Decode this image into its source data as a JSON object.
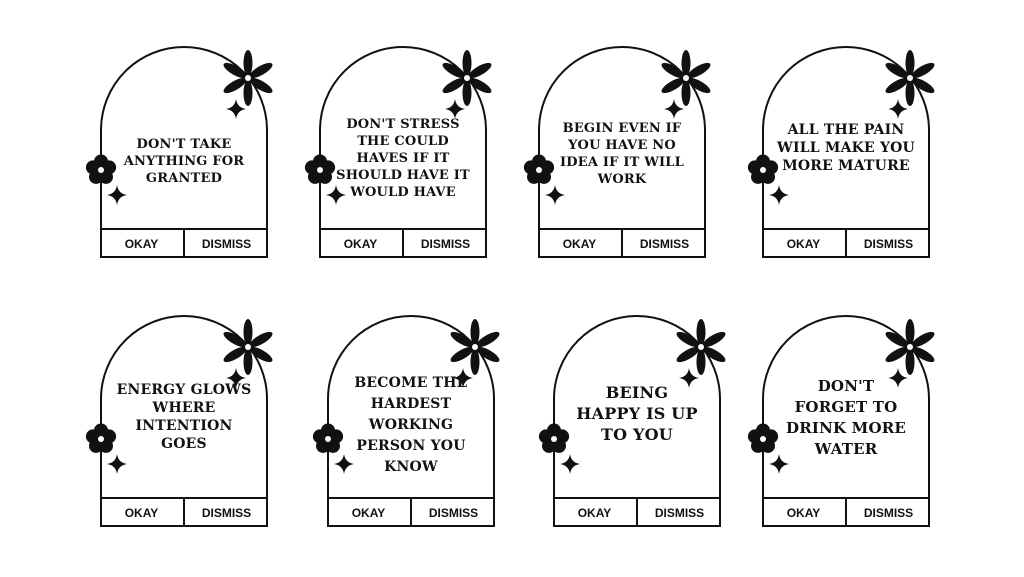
{
  "cards": [
    {
      "message": "DON'T TAKE ANYTHING FOR GRANTED",
      "okay": "OKAY",
      "dismiss": "DISMISS"
    },
    {
      "message": "DON'T STRESS THE COULD HAVES IF IT SHOULD HAVE IT WOULD HAVE",
      "okay": "OKAY",
      "dismiss": "DISMISS"
    },
    {
      "message": "BEGIN EVEN IF YOU HAVE NO IDEA IF IT WILL WORK",
      "okay": "OKAY",
      "dismiss": "DISMISS"
    },
    {
      "message": "ALL THE PAIN WILL MAKE YOU MORE MATURE",
      "okay": "OKAY",
      "dismiss": "DISMISS"
    },
    {
      "message": "ENERGY GLOWS WHERE INTENTION GOES",
      "okay": "OKAY",
      "dismiss": "DISMISS"
    },
    {
      "message": "BECOME THE HARDEST WORKING PERSON YOU KNOW",
      "okay": "OKAY",
      "dismiss": "DISMISS"
    },
    {
      "message": "BEING HAPPY IS UP TO YOU",
      "okay": "OKAY",
      "dismiss": "DISMISS"
    },
    {
      "message": "DON'T FORGET TO DRINK MORE WATER",
      "okay": "OKAY",
      "dismiss": "DISMISS"
    }
  ],
  "icons": {
    "big_flower": "big-flower-icon",
    "small_flower": "small-flower-icon",
    "sparkle": "sparkle-icon"
  },
  "colors": {
    "ink": "#111111",
    "background": "#ffffff"
  }
}
